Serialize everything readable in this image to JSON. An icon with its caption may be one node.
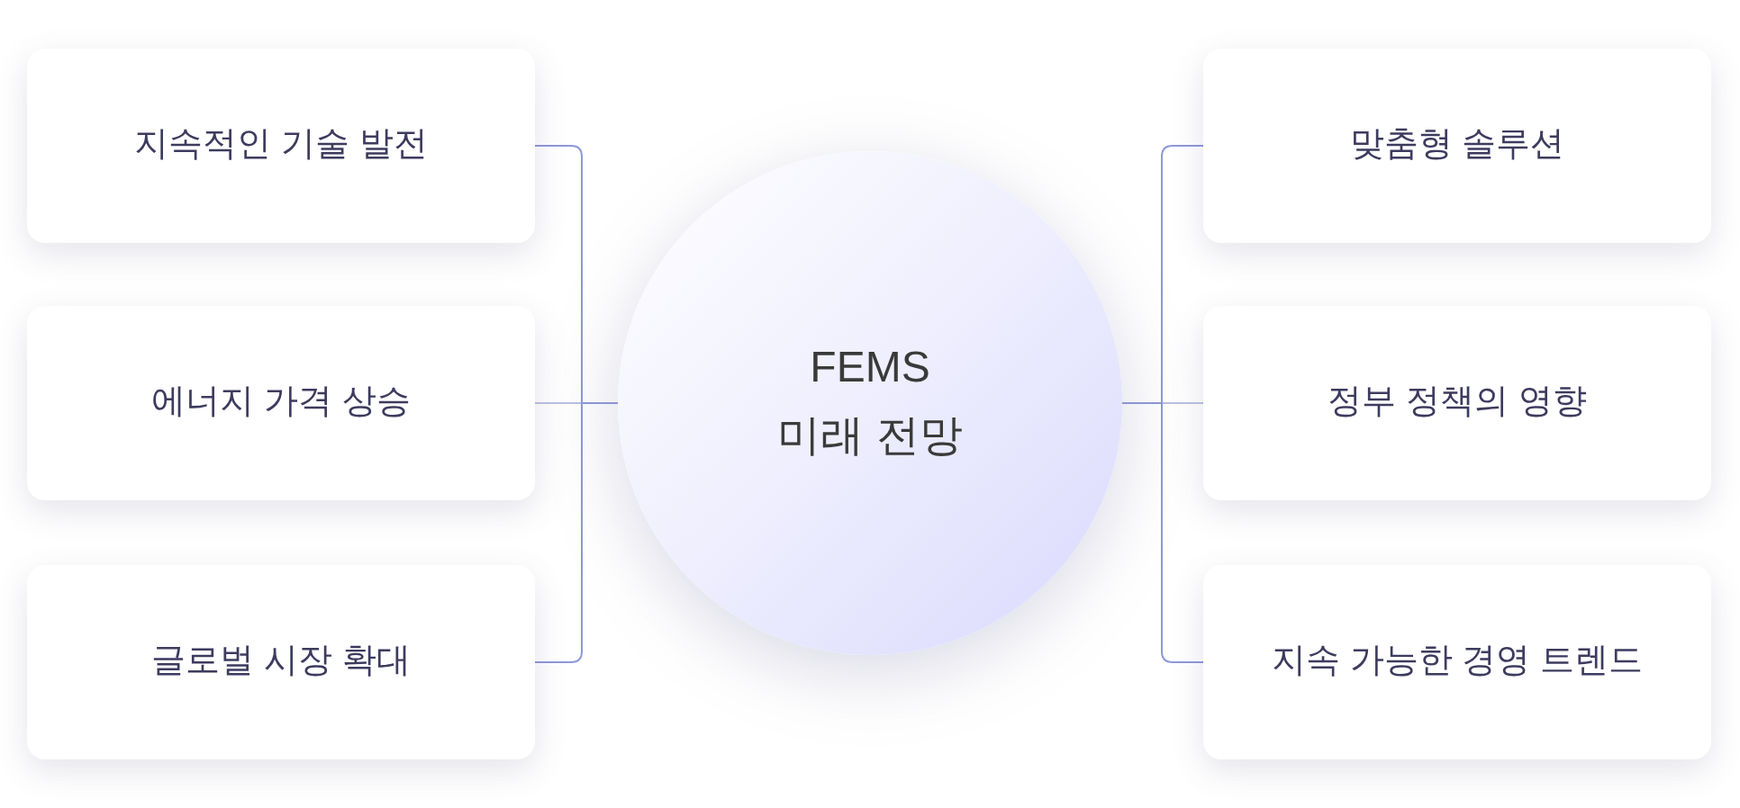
{
  "diagram": {
    "nodes": [
      {
        "text": [
          "FEMS 미래 전망"
        ]
      },
      {
        "text": [
          "지속적인 기술 발전"
        ]
      },
      {
        "text": [
          "에너지 가격 상승"
        ]
      },
      {
        "text": [
          "글로벌 시장 확대"
        ]
      },
      {
        "text": [
          "맞춤형 솔루션"
        ]
      },
      {
        "text": [
          "정부 정책의 영향"
        ]
      },
      {
        "text": [
          "지속 가능한 경영 트렌드"
        ]
      }
    ],
    "edges": [
      {
        "from": 1,
        "to": 0,
        "arrow": "none"
      },
      {
        "from": 2,
        "to": 0,
        "arrow": "none",
        "color": "#bcc0e0"
      },
      {
        "from": 3,
        "to": 0,
        "arrow": "none"
      },
      {
        "from": 0,
        "to": 4,
        "arrow": "none"
      },
      {
        "from": 0,
        "to": 5,
        "arrow": "none",
        "color": "#bcc0e0"
      },
      {
        "from": 0,
        "to": 6,
        "arrow": "none"
      }
    ]
  }
}
